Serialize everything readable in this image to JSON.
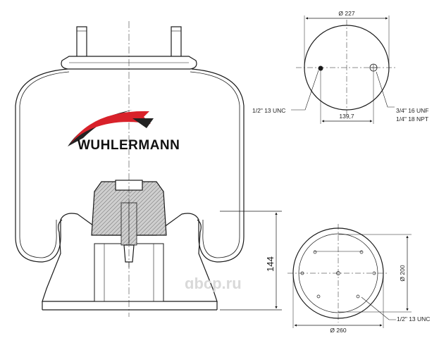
{
  "brand": {
    "name": "WUHLERMANN"
  },
  "watermark": {
    "text": "ɑbcp.ru"
  },
  "top_view": {
    "diameter_label": "Ø 227",
    "bolt_spacing_label": "139,7",
    "left_callout": "1/2\" 13 UNC",
    "right_callout_line1": "3/4\" 16 UNF",
    "right_callout_line2": "1/4\" 18 NPT"
  },
  "side_view": {
    "height_label": "144"
  },
  "bottom_view": {
    "diameter_label": "Ø 260",
    "side_label": "Ø 200",
    "callout": "1/2\" 13 UNC"
  },
  "colors": {
    "line": "#1a1a1a",
    "swoosh_red": "#d8212a",
    "swoosh_dark": "#222222"
  }
}
